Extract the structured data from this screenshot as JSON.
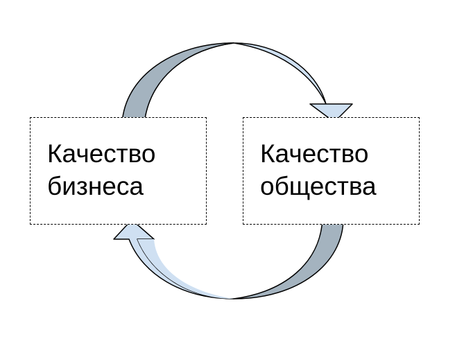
{
  "boxes": {
    "left": {
      "line1": "Качество",
      "line2": "бизнеса"
    },
    "right": {
      "line1": "Качество",
      "line2": "общества"
    }
  },
  "colors": {
    "arrow_light": "#cfe0f2",
    "arrow_dark": "#a4b3bf",
    "outline": "#000000"
  },
  "icons": [
    "cycle-arrow-top",
    "cycle-arrow-bottom"
  ]
}
